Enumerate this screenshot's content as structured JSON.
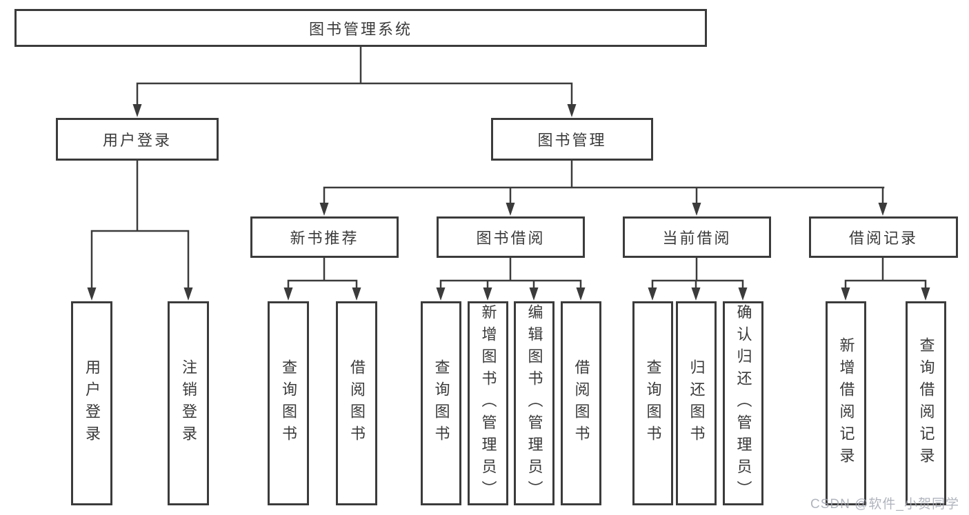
{
  "diagram_title": "图书管理系统",
  "branches": {
    "user_login": {
      "label": "用户登录",
      "children": [
        "用户登录",
        "注销登录"
      ]
    },
    "book_management": {
      "label": "图书管理",
      "sections": {
        "new_books": {
          "label": "新书推荐",
          "children": [
            "查询图书",
            "借阅图书"
          ]
        },
        "book_borrowing": {
          "label": "图书借阅",
          "children": [
            "查询图书",
            "新增图书（管理员）",
            "编辑图书（管理员）",
            "借阅图书"
          ]
        },
        "current_borrowing": {
          "label": "当前借阅",
          "children": [
            "查询图书",
            "归还图书",
            "确认归还（管理员）"
          ]
        },
        "borrowing_records": {
          "label": "借阅记录",
          "children": [
            "新增借阅记录",
            "查询借阅记录"
          ]
        }
      }
    }
  },
  "watermark": "CSDN @软件_小贺同学",
  "colors": {
    "line": "#3b3b3b",
    "text": "#3a3a3a",
    "box_background": "#ffffff",
    "watermark": "#a2a7b1"
  }
}
